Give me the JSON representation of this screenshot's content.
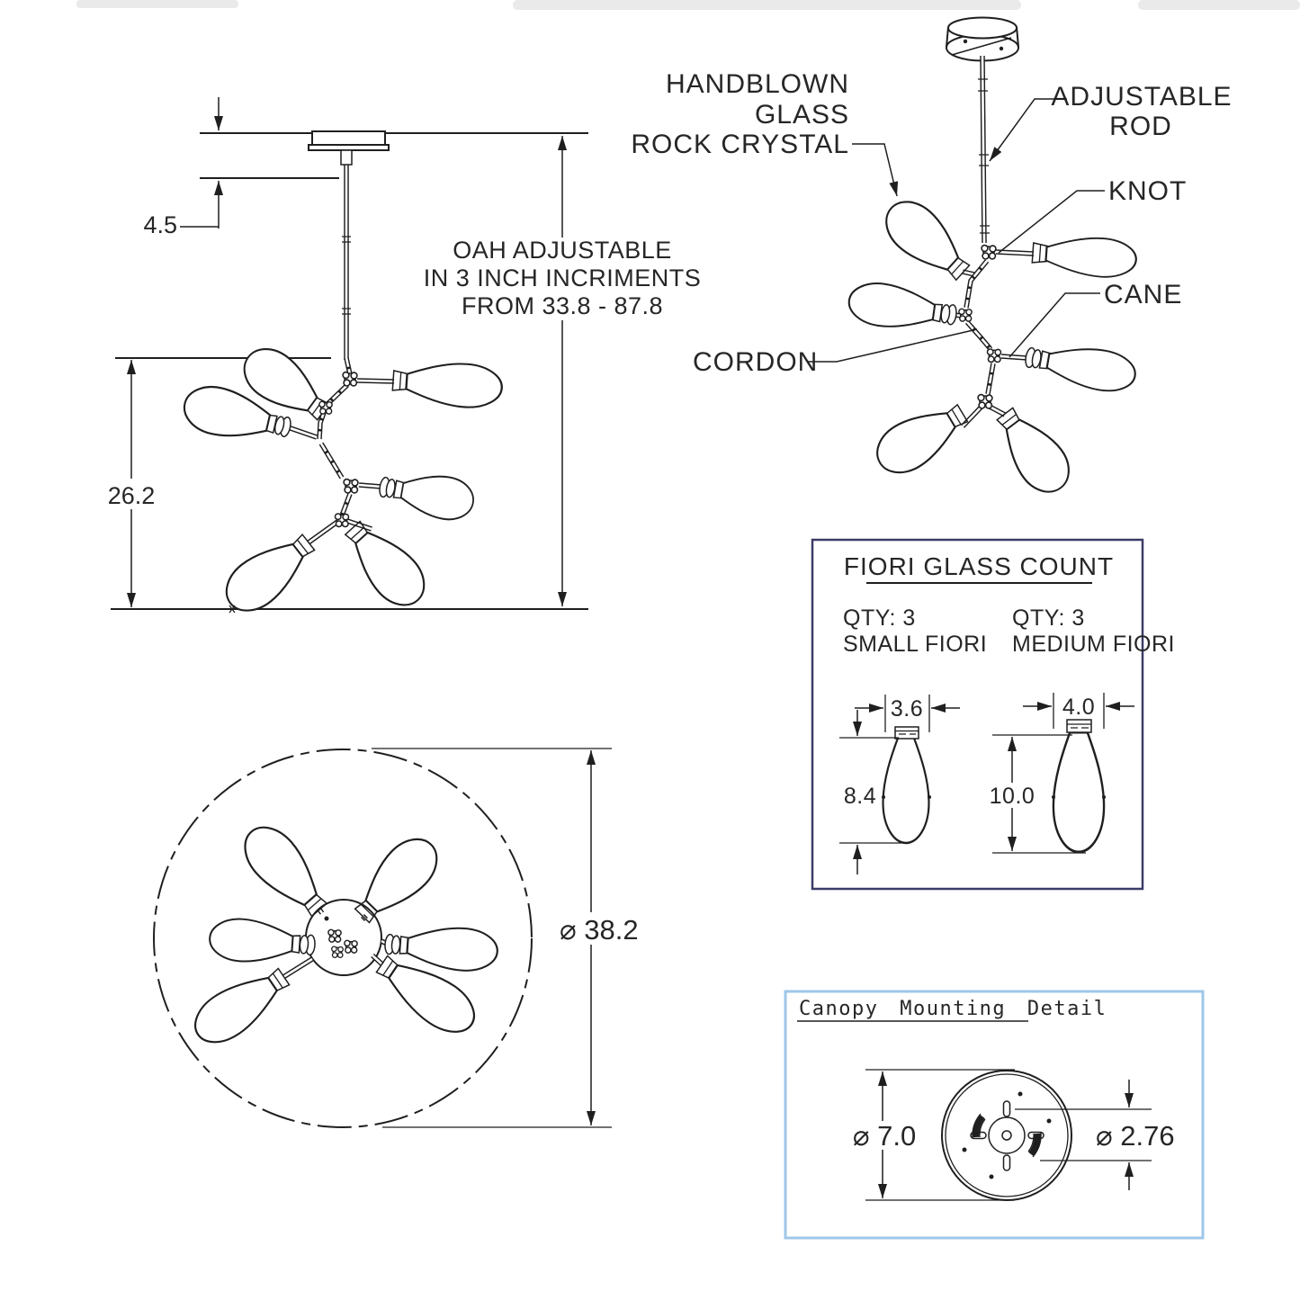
{
  "colors": {
    "line": "#1f1f1f",
    "text": "#262626",
    "navy": "#3c3c69",
    "lightblue": "#9ec7e8",
    "bg": "#ffffff"
  },
  "left_view": {
    "dim_top_offset": "4.5",
    "dim_body_height": "26.2",
    "oah_line1": "OAH ADJUSTABLE",
    "oah_line2": "IN 3 INCH INCRIMENTS",
    "oah_line3": "FROM 33.8 - 87.8"
  },
  "right_view": {
    "label_glass_line1": "HANDBLOWN",
    "label_glass_line2": "GLASS",
    "label_glass_line3": "ROCK CRYSTAL",
    "label_rod_line1": "ADJUSTABLE",
    "label_rod_line2": "ROD",
    "label_knot": "KNOT",
    "label_cane": "CANE",
    "label_cordon": "CORDON"
  },
  "fiori_box": {
    "title": "FIORI GLASS COUNT",
    "small": {
      "qty": "QTY: 3",
      "name": "SMALL FIORI",
      "width": "3.6",
      "height": "8.4"
    },
    "medium": {
      "qty": "QTY: 3",
      "name": "MEDIUM FIORI",
      "width": "4.0",
      "height": "10.0"
    }
  },
  "top_view": {
    "diameter": "⌀ 38.2"
  },
  "canopy_box": {
    "title": "Canopy Mounting Detail",
    "outer_diameter": "⌀ 7.0",
    "mount_diameter": "⌀ 2.76"
  }
}
